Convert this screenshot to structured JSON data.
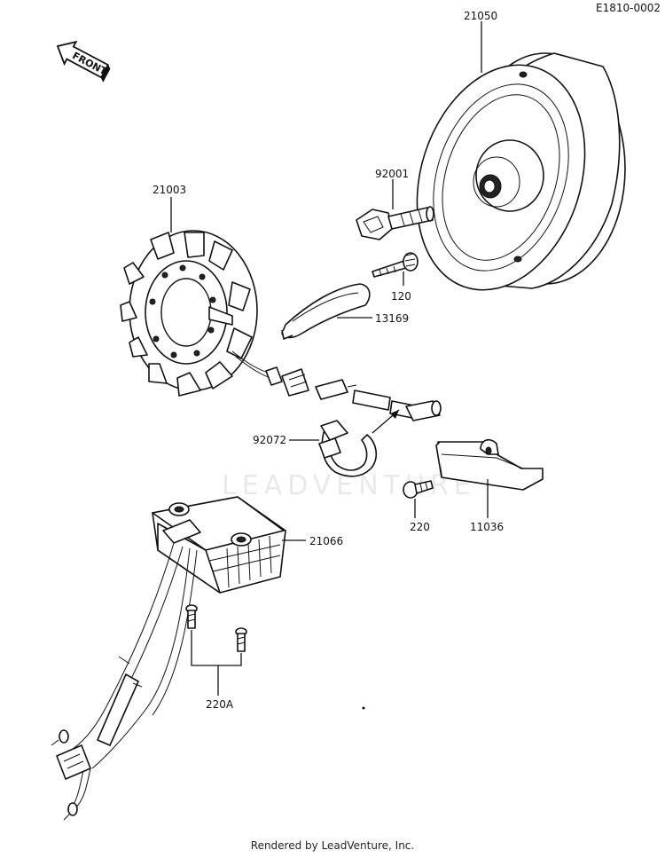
{
  "diagram": {
    "code": "E1810-0002",
    "front_label": "FRONT",
    "watermark": "LEADVENTURE",
    "parts": {
      "p21050": "21050",
      "p92001": "92001",
      "p21003": "21003",
      "p120": "120",
      "p13169": "13169",
      "p92072": "92072",
      "p220": "220",
      "p11036": "11036",
      "p21066": "21066",
      "p220A": "220A"
    }
  },
  "footer": {
    "text": "Rendered by LeadVenture, Inc."
  }
}
